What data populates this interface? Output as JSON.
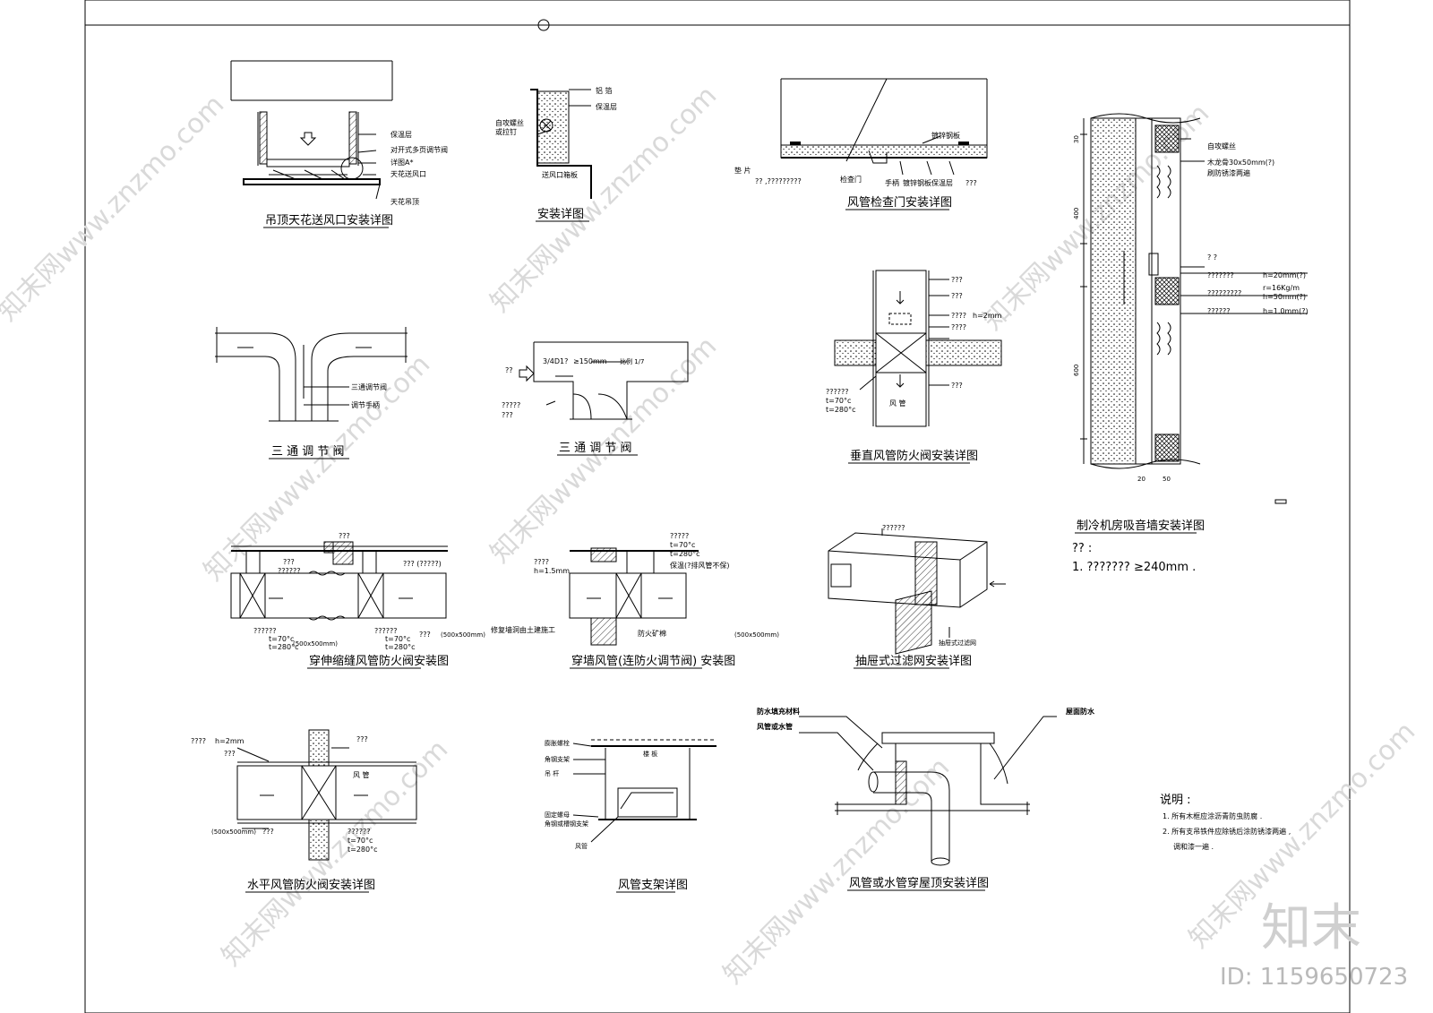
{
  "titles": {
    "t1": "吊顶天花送风口安装详图",
    "t2": "安装详图",
    "t3": "风管检查门安装详图",
    "t4": "三 通 调 节 阀",
    "t5": "三 通 调 节 阀",
    "t6": "垂直风管防火阀安装详图",
    "t7": "制冷机房吸音墙安装详图",
    "t8": "穿伸缩缝风管防火阀安装图",
    "t9": "穿墙风管(连防火调节阀) 安装图",
    "t10": "抽屉式过滤网安装详图",
    "t11": "水平风管防火阀安装详图",
    "t12": "风管支架详图",
    "t13": "风管或水管穿屋顶安装详图"
  },
  "labels": {
    "d1": [
      "保温层",
      "对开式多页调节阀",
      "详图A*",
      "天花送风口",
      "天花吊顶"
    ],
    "d2": [
      "铝 箔",
      "保温层",
      "自攻螺丝",
      "或拉钉",
      "送风口箱板"
    ],
    "d3": [
      "镀锌钢板",
      "垫 片",
      "?? ,?????????",
      "检查门",
      "手柄",
      "镀锌钢板",
      "保温层",
      "???"
    ],
    "d4": [
      "三通调节阀",
      "调节手柄"
    ],
    "d5": [
      "??",
      "3/4D1?",
      "≥150mm",
      "比例 1/7",
      "?????",
      "???"
    ],
    "d6": [
      "???",
      "???",
      "????",
      "h=2mm",
      "????",
      "??????",
      "t=70°c",
      "t=280°c",
      "???",
      "风 管"
    ],
    "d7": [
      "自攻螺丝",
      "木龙骨30x50mm(?)",
      "刷防锈漆两遍",
      "? ?",
      "???????",
      "h=20mm(?)",
      "?????????",
      "r=16Kg/m",
      "h=50mm(?)",
      "??????",
      "h=1.0mm(?)",
      "400",
      "600",
      "20",
      "50",
      "30"
    ],
    "d8": [
      "???",
      "???",
      "??????",
      "??? (?????)",
      "??????",
      "t=70°c",
      "t=280°c",
      "(500x500mm)",
      "??????",
      "t=70°c",
      "t=280°c",
      "???",
      "(500x500mm)"
    ],
    "d9": [
      "?????",
      "t=70°c",
      "t=280°c",
      "????",
      "h=1.5mm",
      "保温(?排风管不保)",
      "修复墙洞由土建施工",
      "防火矿棉",
      "(500x500mm)"
    ],
    "d10": [
      "??????",
      "抽屉式过滤网"
    ],
    "d11": [
      "????",
      "h=2mm",
      "???",
      "???",
      "风 管",
      "(500x500mm)",
      "???",
      "??????",
      "t=70°c",
      "t=280°c"
    ],
    "d12": [
      "膨胀螺栓",
      "角钢支架",
      "吊 杆",
      "楼 板",
      "固定螺母",
      "角钢或槽钢支架",
      "风管"
    ],
    "d13": [
      "防水填充材料",
      "风管或水管",
      "屋面防水"
    ]
  },
  "notes": {
    "n1_head": "?? :",
    "n1_line": "1. ???????  ≥240mm .",
    "n2_head": "说明 :",
    "n2_lines": [
      "1. 所有木框应涂沥青防虫防腐 .",
      "2. 所有支吊铁件应除锈后涂防锈漆两遍 ,",
      "调和漆一遍 ."
    ]
  },
  "watermark": {
    "text": "知末网www.znzmo.com",
    "logo": "知末",
    "id": "ID: 1159650723"
  },
  "colors": {
    "line": "#000000",
    "watermark": "#d9d9d9",
    "paper": "#ffffff"
  }
}
